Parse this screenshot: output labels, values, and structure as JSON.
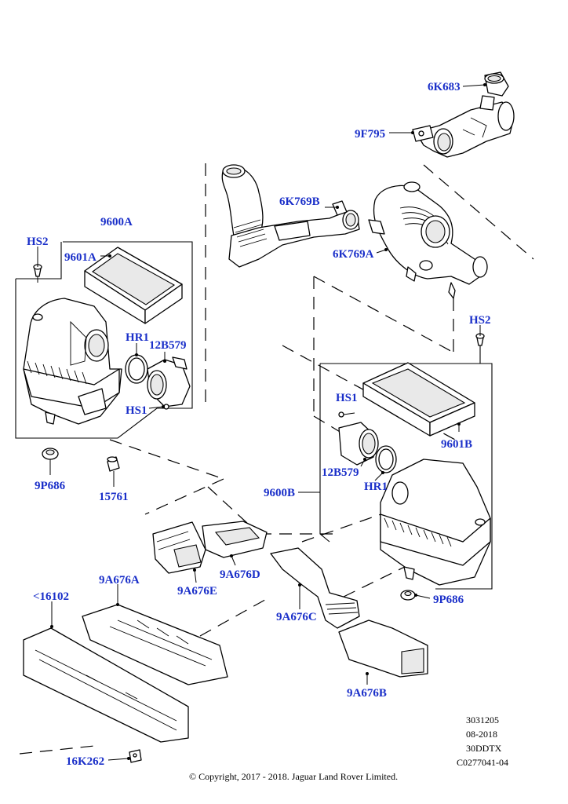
{
  "callouts": {
    "p6K683": "6K683",
    "p9F795": "9F795",
    "p6K769B": "6K769B",
    "p6K769A": "6K769A",
    "p9600A": "9600A",
    "pHS2_left": "HS2",
    "p9601A": "9601A",
    "pHR1_left": "HR1",
    "p12B579_left": "12B579",
    "pHS1_left": "HS1",
    "p9P686_left": "9P686",
    "p15761": "15761",
    "pHS2_right": "HS2",
    "pHS1_right": "HS1",
    "p9601B": "9601B",
    "p12B579_right": "12B579",
    "p9600B": "9600B",
    "pHR1_right": "HR1",
    "p9P686_right": "9P686",
    "p9A676D": "9A676D",
    "p9A676E": "9A676E",
    "p9A676A": "9A676A",
    "p16102": "<16102",
    "p9A676C": "9A676C",
    "p9A676B": "9A676B",
    "p16K262": "16K262"
  },
  "footer": {
    "code1": "3031205",
    "date": "08-2018",
    "model": "30DDTX",
    "ref": "C0277041-04",
    "copyright": "© Copyright, 2017 - 2018. Jaguar Land Rover Limited."
  },
  "colors": {
    "callout": "#1a2fc9",
    "line": "#000000",
    "background": "#ffffff"
  }
}
